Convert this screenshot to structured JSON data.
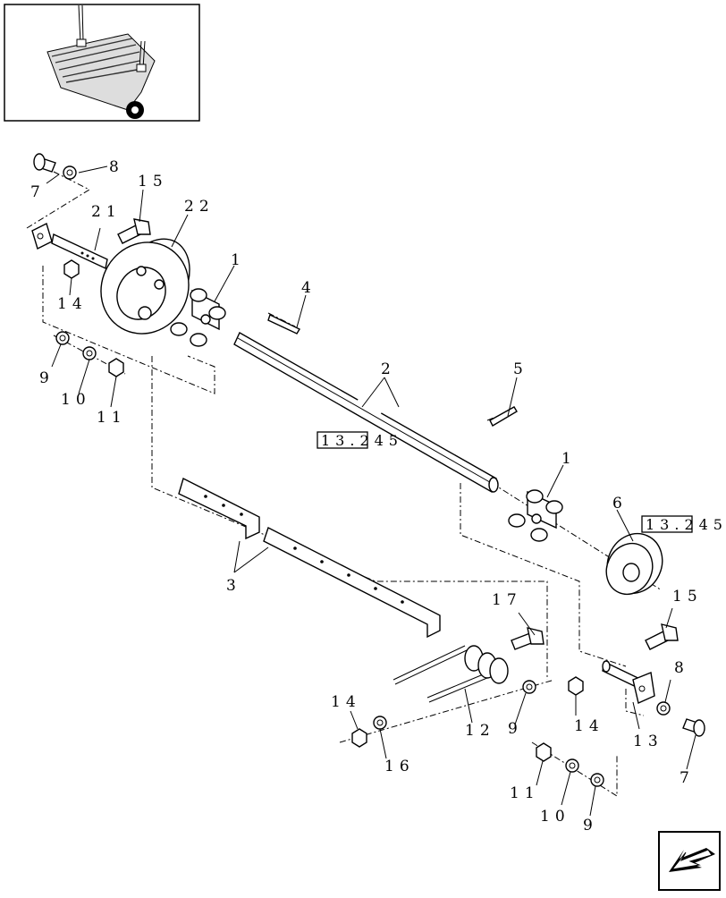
{
  "callouts": {
    "c1a": "1",
    "c1b": "1",
    "c2": "2",
    "c3": "3",
    "c4": "4",
    "c5": "5",
    "c6": "6",
    "c7a": "7",
    "c7b": "7",
    "c8a": "8",
    "c8b": "8",
    "c9a": "9",
    "c9b": "9",
    "c9c": "9",
    "c10a": "10",
    "c10b": "10",
    "c11a": "11",
    "c11b": "11",
    "c12": "12",
    "c13": "13",
    "c14a": "14",
    "c14b": "14",
    "c14c": "14",
    "c15a": "15",
    "c15b": "15",
    "c16": "16",
    "c17": "17",
    "c21": "21",
    "c22": "22"
  },
  "references": {
    "ref_a": "13.245",
    "ref_b": "13.245"
  },
  "icons": {
    "thumbnail": "baler-overview-thumbnail",
    "nav": "next-page-arrow-icon"
  }
}
